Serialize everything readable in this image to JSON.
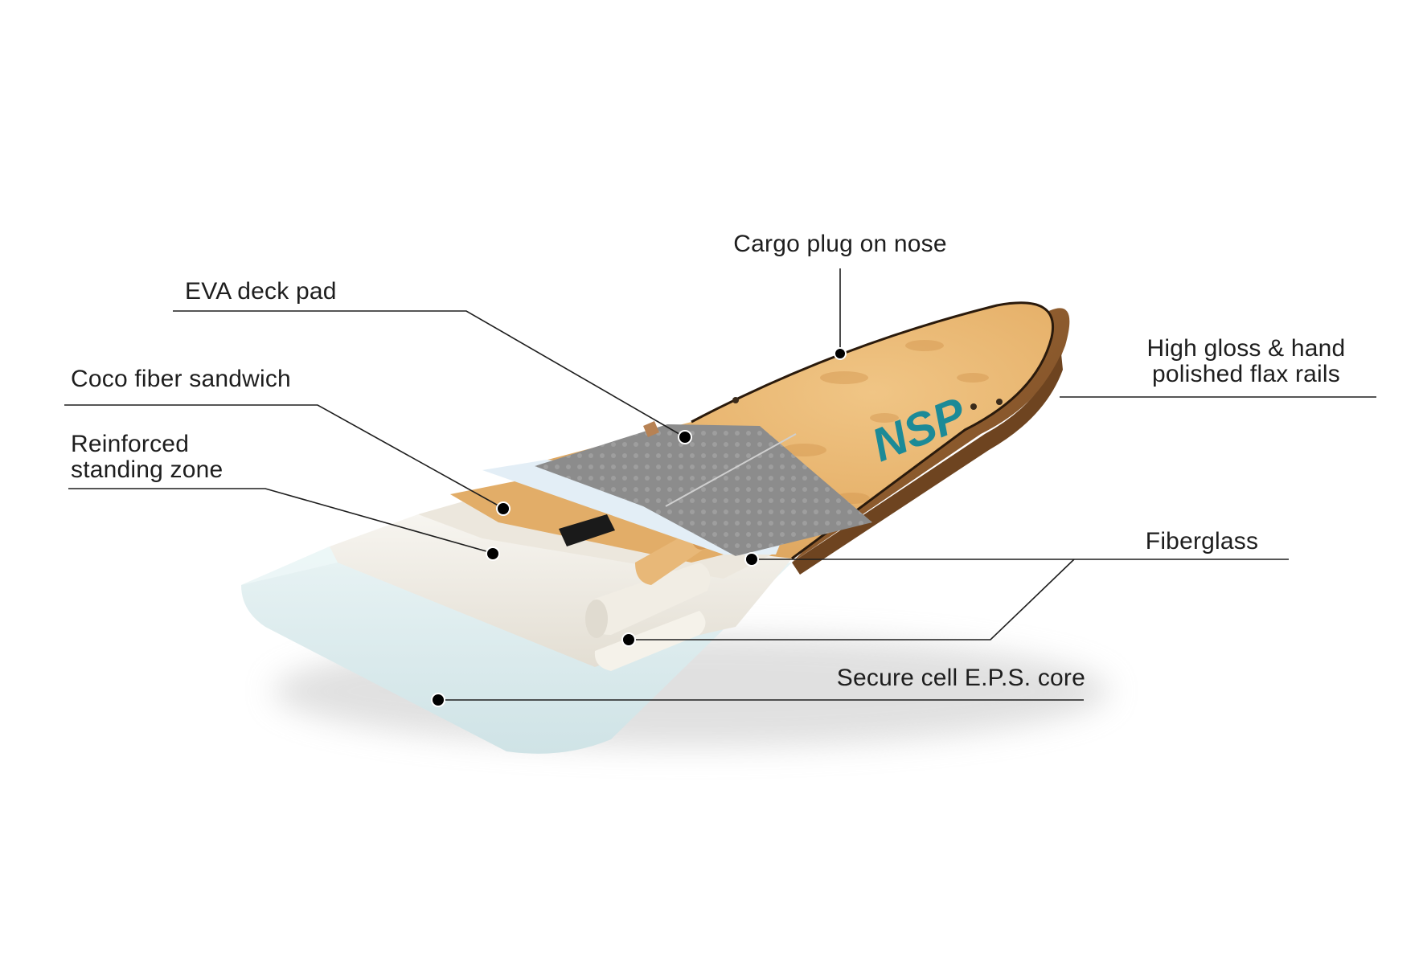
{
  "labels": {
    "cargo_plug": "Cargo plug on nose",
    "eva_deck_pad": "EVA deck pad",
    "coco_fiber": "Coco fiber sandwich",
    "reinforced_line1": "Reinforced",
    "reinforced_line2": "standing zone",
    "high_gloss_line1": "High gloss & hand",
    "high_gloss_line2": "polished flax rails",
    "fiberglass": "Fiberglass",
    "eps_core": "Secure cell E.P.S. core"
  },
  "board": {
    "logo": "NSP"
  },
  "colors": {
    "wood": "#e7b46e",
    "rail": "#8a5a2e",
    "deck_pad": "#8f8f8f",
    "logo": "#1c8a97",
    "eps_core": "#dfeef0",
    "fiberglass": "#f2efe8",
    "leader_line": "#1e1e1e"
  }
}
